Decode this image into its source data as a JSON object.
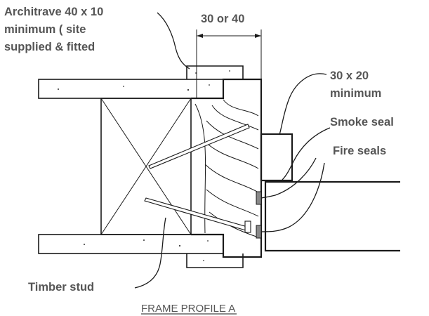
{
  "labels": {
    "architrave_line1": "Architrave 40 x 10",
    "architrave_line2": "minimum ( site",
    "architrave_line3": "supplied & fitted",
    "dimension": "30 or 40",
    "stop_line1": "30 x 20",
    "stop_line2": "minimum",
    "smoke_seal": "Smoke seal",
    "fire_seals": "Fire seals",
    "timber_stud": "Timber stud"
  },
  "title": "FRAME PROFILE A"
}
